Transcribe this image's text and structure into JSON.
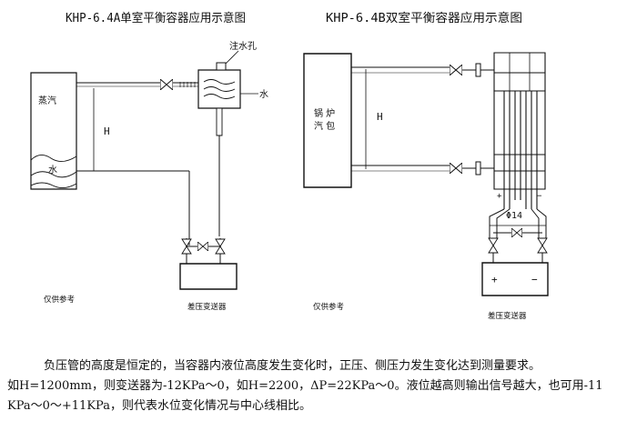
{
  "left": {
    "title": "KHP-6.4A单室平衡容器应用示意图",
    "fill_hole": "注水孔",
    "water_right": "水",
    "steam": "蒸汽",
    "water_in": "水",
    "height": "H",
    "transmitter": "差压变送器",
    "note": "仅供参考"
  },
  "right": {
    "title": "KHP-6.4B双室平衡容器应用示意图",
    "boiler_line1": "锅 炉",
    "boiler_line2": "汽 包",
    "height": "H",
    "phi": "Φ14",
    "plus": "+",
    "minus": "−",
    "plus_small": "+",
    "minus_small": "−",
    "transmitter": "差压变送器",
    "note": "仅供参考"
  },
  "caption": {
    "line1": "负压管的高度是恒定的，当容器内液位高度发生变化时，正压、侧压力发生变化达到测量要求。",
    "line2": "如H=1200mm，则变送器为-12KPa～0，如H=2200，ΔP=22KPa～0。液位越高则输出信号越大，也可用-11",
    "line3": "KPa～0～+11KPa，则代表水位变化情况与中心线相比。"
  }
}
